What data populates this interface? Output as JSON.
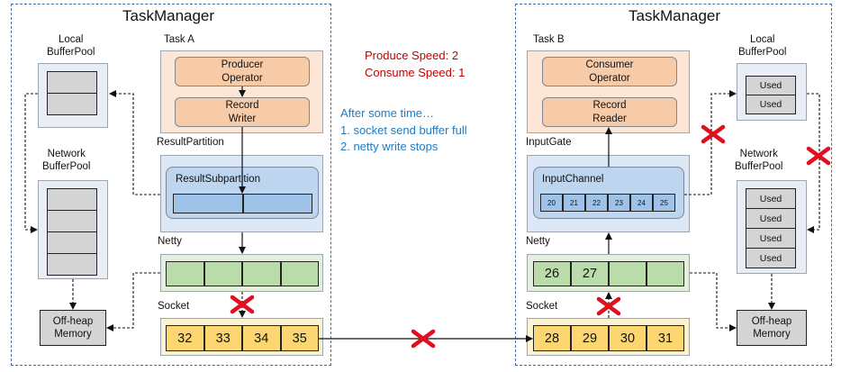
{
  "left": {
    "title": "TaskManager",
    "task": "Task A",
    "producer": "Producer\nOperator",
    "writer": "Record\nWriter",
    "result_partition": "ResultPartition",
    "result_subpartition": "ResultSubpartition",
    "netty": "Netty",
    "socket": "Socket",
    "socket_cells": [
      "32",
      "33",
      "34",
      "35"
    ],
    "local_pool": "Local\nBufferPool",
    "network_pool": "Network\nBufferPool",
    "memory": "Off-heap\nMemory"
  },
  "right": {
    "title": "TaskManager",
    "task": "Task B",
    "consumer": "Consumer\nOperator",
    "reader": "Record\nReader",
    "input_gate": "InputGate",
    "input_channel": "InputChannel",
    "channel_cells": [
      "20",
      "21",
      "22",
      "23",
      "24",
      "25"
    ],
    "netty": "Netty",
    "netty_cells": [
      "26",
      "27",
      "",
      ""
    ],
    "socket": "Socket",
    "socket_cells": [
      "28",
      "29",
      "30",
      "31"
    ],
    "local_pool": "Local\nBufferPool",
    "local_used": [
      "Used",
      "Used"
    ],
    "network_pool": "Network\nBufferPool",
    "network_used": [
      "Used",
      "Used",
      "Used",
      "Used"
    ],
    "memory": "Off-heap\nMemory"
  },
  "speed": {
    "produce": "Produce Speed:   2",
    "consume": "Consume Speed:   1"
  },
  "note": {
    "head": "After some time…",
    "items": [
      "1.   socket send buffer full",
      "2.   netty write stops"
    ]
  },
  "colors": {
    "frame": "#3a6fa7",
    "orange": "#f8cba8",
    "blue": "#9fc3e8",
    "green": "#b9dcaa",
    "yellow": "#fcd771",
    "cross": "#e0101e",
    "red_text": "#c00000",
    "blue_text": "#1f7cc2"
  }
}
